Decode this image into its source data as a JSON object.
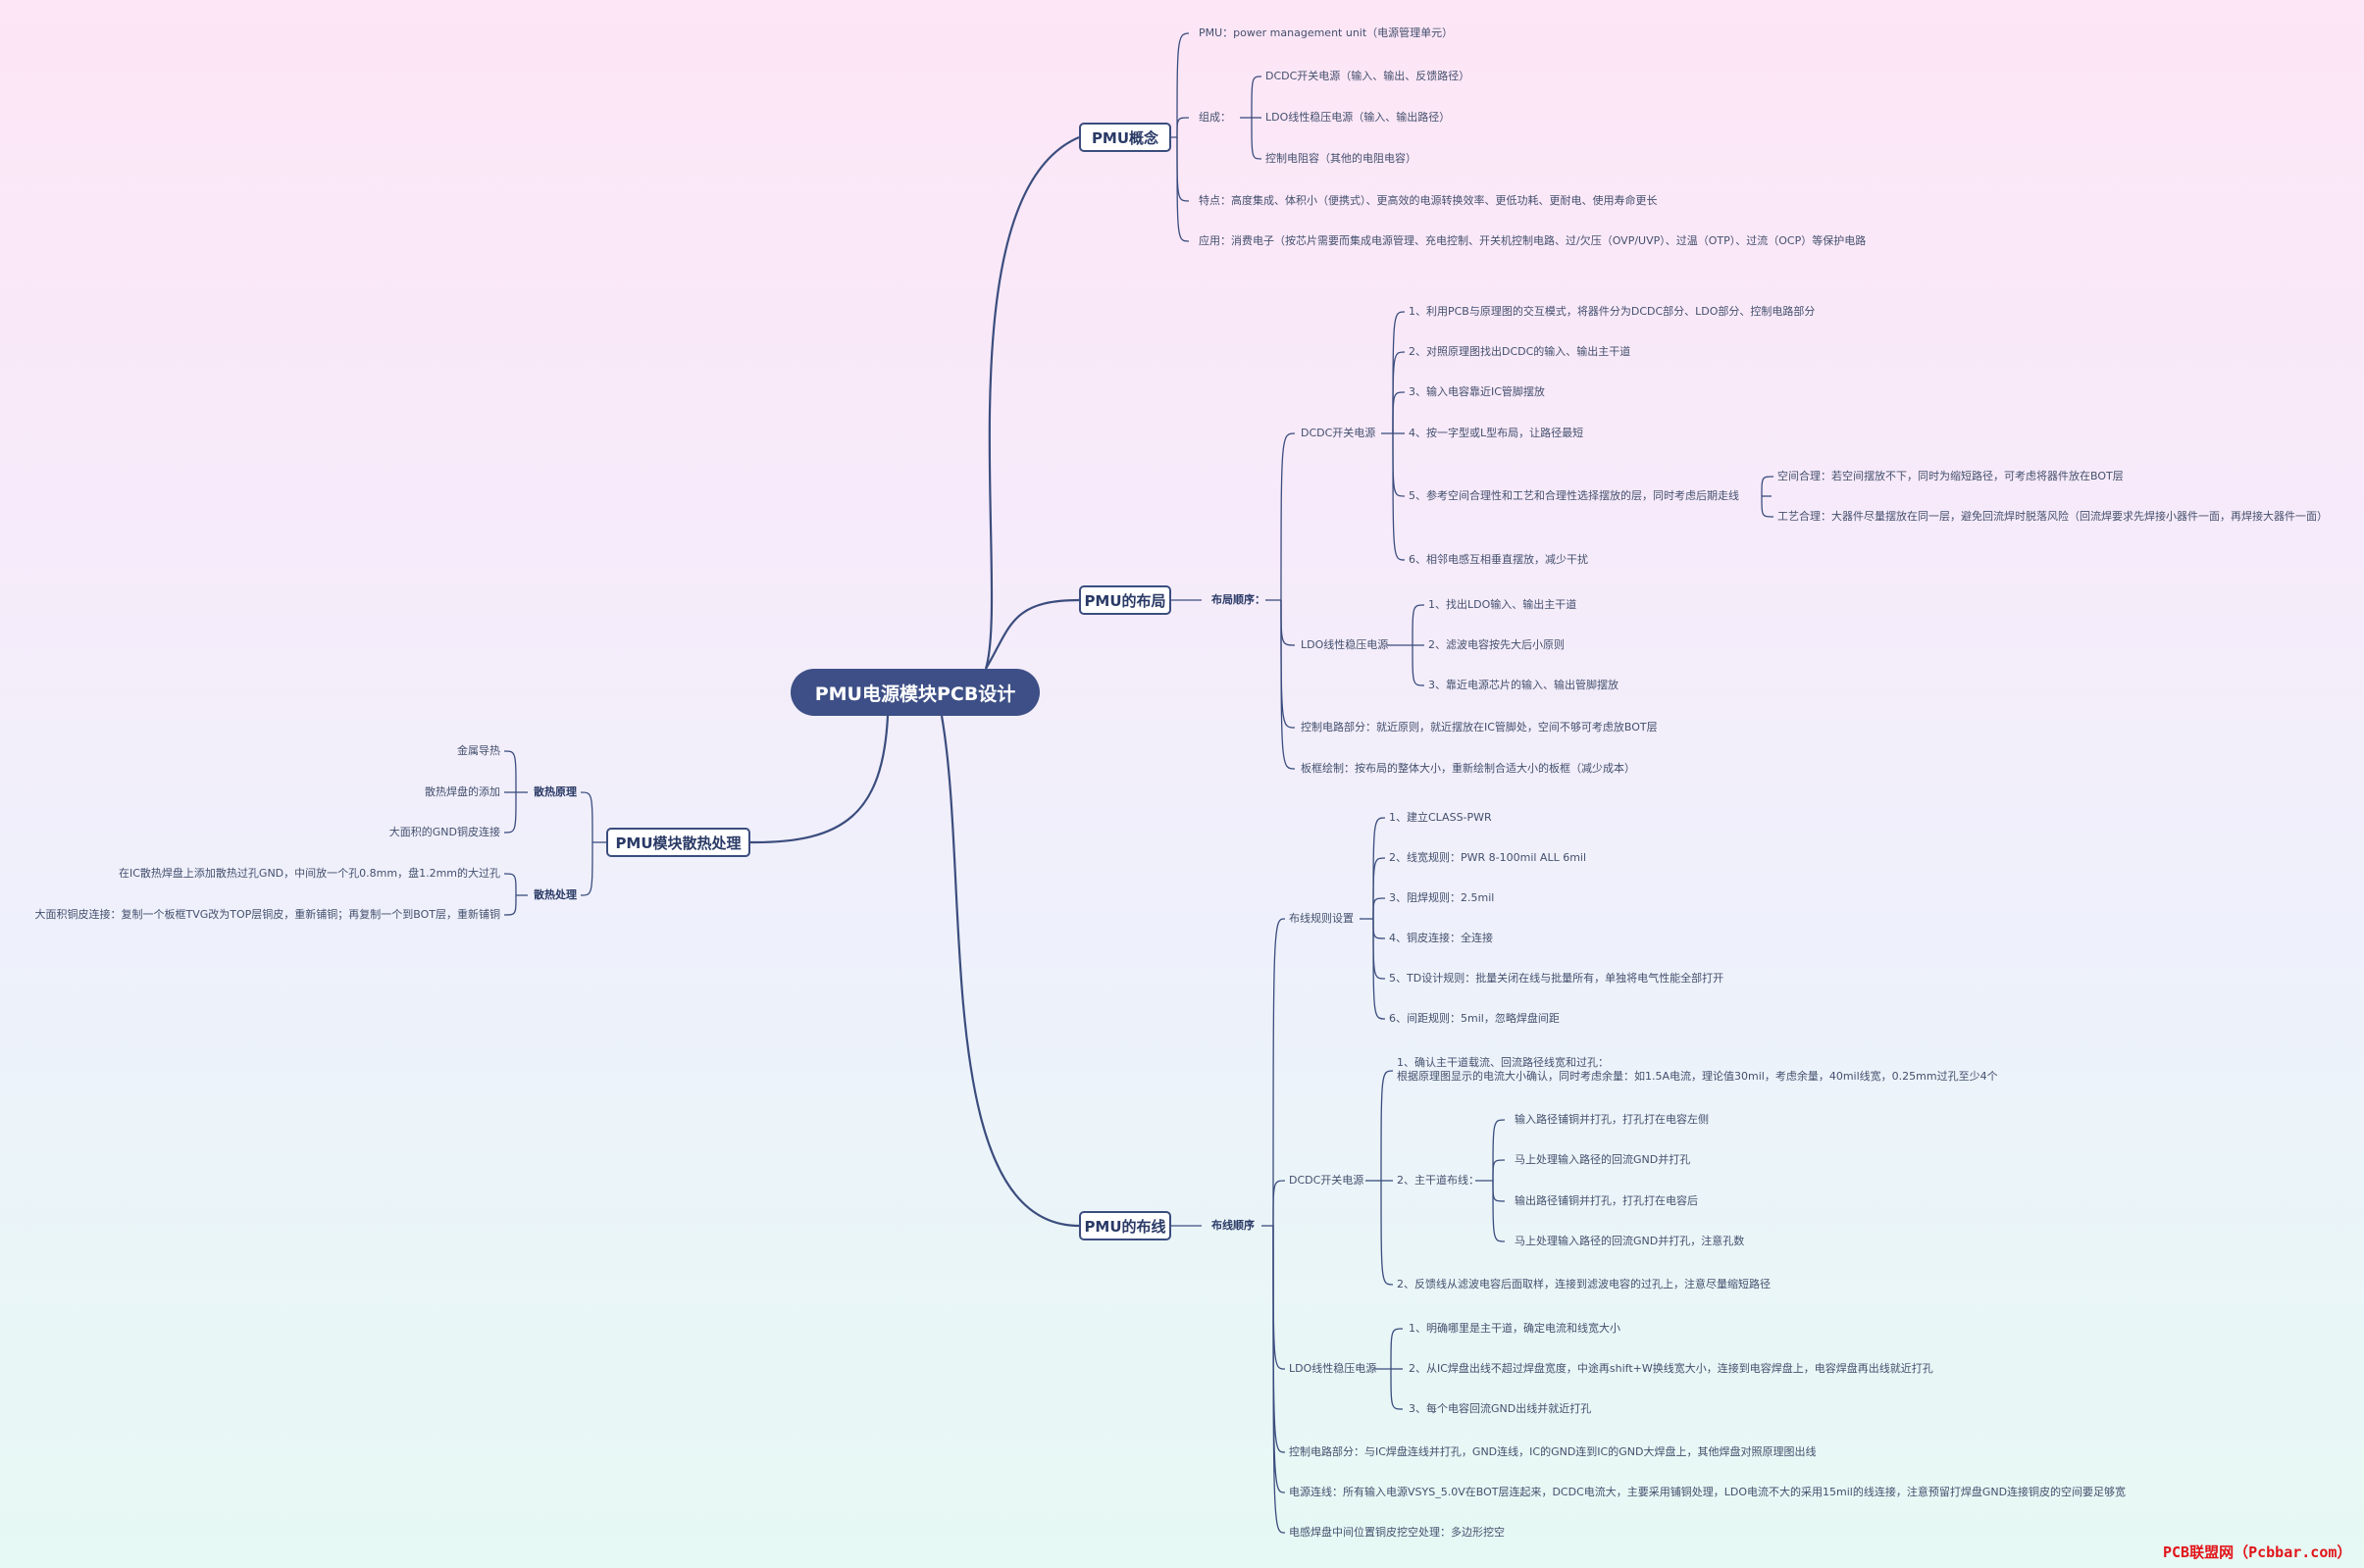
{
  "root": "PMU电源模块PCB设计",
  "branches": {
    "concept": {
      "title": "PMU概念",
      "pmu_def": "PMU：power management unit（电源管理单元）",
      "composition_label": "组成：",
      "composition": [
        "DCDC开关电源（输入、输出、反馈路径）",
        "LDO线性稳压电源（输入、输出路径）",
        "控制电阻容（其他的电阻电容）"
      ],
      "features": "特点：高度集成、体积小（便携式）、更高效的电源转换效率、更低功耗、更耐电、使用寿命更长",
      "applications": "应用：消费电子（按芯片需要而集成电源管理、充电控制、开关机控制电路、过/欠压（OVP/UVP）、过温（OTP）、过流（OCP）等保护电路"
    },
    "layout": {
      "title": "PMU的布局",
      "order_label": "布局顺序：",
      "dcdc_label": "DCDC开关电源",
      "dcdc_steps": [
        "1、利用PCB与原理图的交互模式，将器件分为DCDC部分、LDO部分、控制电路部分",
        "2、对照原理图找出DCDC的输入、输出主干道",
        "3、输入电容靠近IC管脚摆放",
        "4、按一字型或L型布局，让路径最短",
        "5、参考空间合理性和工艺和合理性选择摆放的层，同时考虑后期走线",
        "6、相邻电感互相垂直摆放，减少干扰"
      ],
      "step5_children": [
        "空间合理：若空间摆放不下，同时为缩短路径，可考虑将器件放在BOT层",
        "工艺合理：大器件尽量摆放在同一层，避免回流焊时脱落风险（回流焊要求先焊接小器件一面，再焊接大器件一面）"
      ],
      "ldo_label": "LDO线性稳压电源",
      "ldo_steps": [
        "1、找出LDO输入、输出主干道",
        "2、滤波电容按先大后小原则",
        "3、靠近电源芯片的输入、输出管脚摆放"
      ],
      "control": "控制电路部分：就近原则，就近摆放在IC管脚处，空间不够可考虑放BOT层",
      "board": "板框绘制：按布局的整体大小，重新绘制合适大小的板框（减少成本）"
    },
    "routing": {
      "title": "PMU的布线",
      "order_label": "布线顺序",
      "rules_label": "布线规则设置",
      "rules": [
        "1、建立CLASS-PWR",
        "2、线宽规则：PWR 8-100mil ALL 6mil",
        "3、阻焊规则：2.5mil",
        "4、铜皮连接：全连接",
        "5、TD设计规则：批量关闭在线与批量所有，单独将电气性能全部打开",
        "6、间距规则：5mil，忽略焊盘间距"
      ],
      "dcdc_label": "DCDC开关电源",
      "dcdc_step1_line1": "1、确认主干道载流、回流路径线宽和过孔：",
      "dcdc_step1_line2": "根据原理图显示的电流大小确认，同时考虑余量：如1.5A电流，理论值30mil，考虑余量，40mil线宽，0.25mm过孔至少4个",
      "dcdc_step2_label": "2、主干道布线：",
      "dcdc_step2_children": [
        "输入路径铺铜并打孔，打孔打在电容左侧",
        "马上处理输入路径的回流GND并打孔",
        "输出路径铺铜并打孔，打孔打在电容后",
        "马上处理输入路径的回流GND并打孔，注意孔数"
      ],
      "dcdc_step3": "2、反馈线从滤波电容后面取样，连接到滤波电容的过孔上，注意尽量缩短路径",
      "ldo_label": "LDO线性稳压电源",
      "ldo_steps": [
        "1、明确哪里是主干道，确定电流和线宽大小",
        "2、从IC焊盘出线不超过焊盘宽度，中途再shift+W换线宽大小，连接到电容焊盘上，电容焊盘再出线就近打孔",
        "3、每个电容回流GND出线并就近打孔"
      ],
      "control": "控制电路部分：与IC焊盘连线并打孔，GND连线，IC的GND连到IC的GND大焊盘上，其他焊盘对照原理图出线",
      "power": "电源连线：所有输入电源VSYS_5.0V在BOT层连起来，DCDC电流大，主要采用铺铜处理，LDO电流不大的采用15mil的线连接，注意预留打焊盘GND连接铜皮的空间要足够宽",
      "inductor": "电感焊盘中间位置铜皮挖空处理：多边形挖空"
    },
    "heat": {
      "title": "PMU模块散热处理",
      "principle_label": "散热原理",
      "principles": [
        "金属导热",
        "散热焊盘的添加",
        "大面积的GND铜皮连接"
      ],
      "process_label": "散热处理",
      "processes": [
        "在IC散热焊盘上添加散热过孔GND，中间放一个孔0.8mm，盘1.2mm的大过孔",
        "大面积铜皮连接：复制一个板框TVG改为TOP层铜皮，重新铺铜；再复制一个到BOT层，重新铺铜"
      ]
    }
  },
  "watermark": "PCB联盟网（Pcbbar.com）",
  "colors": {
    "line": "#3b4d7e",
    "root_fill": "#3d4f86",
    "watermark": "#e1151a"
  }
}
